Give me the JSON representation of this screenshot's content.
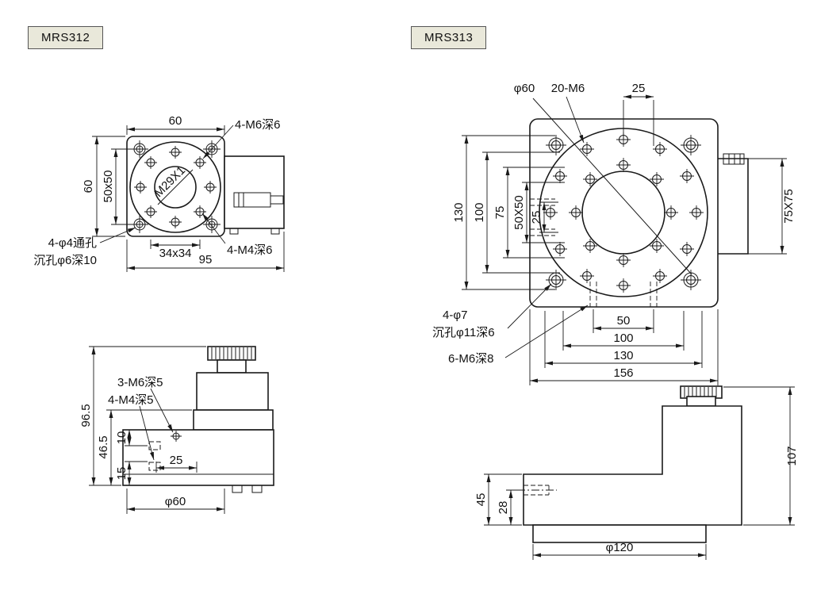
{
  "page": {
    "bg": "#ffffff",
    "line_color": "#1a1a1a",
    "label_box_bg": "#e9e8da",
    "label_box_border": "#555555"
  },
  "mrs312": {
    "title": "MRS312",
    "plan": {
      "dim_top_60": "60",
      "dim_left_60": "60",
      "dim_left_50x50": "50x50",
      "dim_bottom_34x34": "34x34",
      "dim_bottom_95": "95",
      "callout_m6": "4-M6深6",
      "callout_m4": "4-M4深6",
      "callout_phi4_line1": "4-φ4通孔",
      "callout_phi4_line2": "沉孔φ6深10",
      "bore_thread": "M29X1"
    },
    "front": {
      "dim_height_965": "96.5",
      "dim_height_465": "46.5",
      "dim_10": "10",
      "dim_15": "15",
      "dim_25": "25",
      "dim_phi60": "φ60",
      "callout_3m6": "3-M6深5",
      "callout_4m4": "4-M4深5"
    }
  },
  "mrs313": {
    "title": "MRS313",
    "plan": {
      "callout_phi60": "φ60",
      "callout_20m6": "20-M6",
      "dim_top_25": "25",
      "dim_left_130": "130",
      "dim_left_100": "100",
      "dim_left_75": "75",
      "dim_left_50x50": "50X50",
      "dim_left_25": "25",
      "dim_right_75x75": "75X75",
      "dim_bottom_50": "50",
      "dim_bottom_100": "100",
      "dim_bottom_130": "130",
      "dim_bottom_156": "156",
      "callout_phi7_line1": "4-φ7",
      "callout_phi7_line2": "沉孔φ11深6",
      "callout_6m6": "6-M6深8"
    },
    "side": {
      "dim_107": "107",
      "dim_45": "45",
      "dim_28": "28",
      "dim_phi120": "φ120"
    }
  }
}
